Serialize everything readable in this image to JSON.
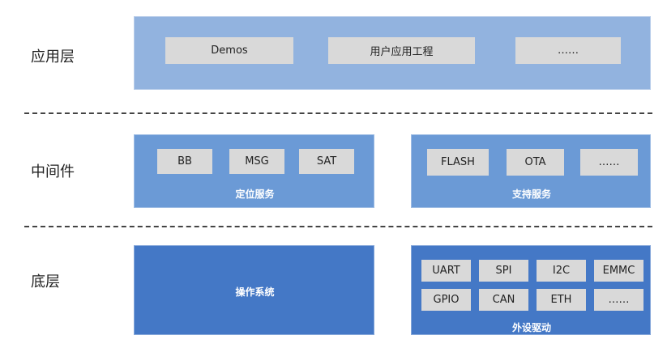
{
  "colors": {
    "app_panel": "#92b3df",
    "middleware_panel": "#6b9ad6",
    "base_panel": "#4478c6",
    "chip_fill": "#d9d9d9",
    "divider": "#444444"
  },
  "layers": {
    "application": {
      "label": "应用层",
      "items": [
        "Demos",
        "用户应用工程",
        "……"
      ]
    },
    "middleware": {
      "label": "中间件",
      "groups": [
        {
          "caption": "定位服务",
          "items": [
            "BB",
            "MSG",
            "SAT"
          ]
        },
        {
          "caption": "支持服务",
          "items": [
            "FLASH",
            "OTA",
            "……"
          ]
        }
      ]
    },
    "base": {
      "label": "底层",
      "os": {
        "caption": "操作系统"
      },
      "drivers": {
        "caption": "外设驱动",
        "items": [
          "UART",
          "SPI",
          "I2C",
          "EMMC",
          "GPIO",
          "CAN",
          "ETH",
          "……"
        ]
      }
    }
  }
}
